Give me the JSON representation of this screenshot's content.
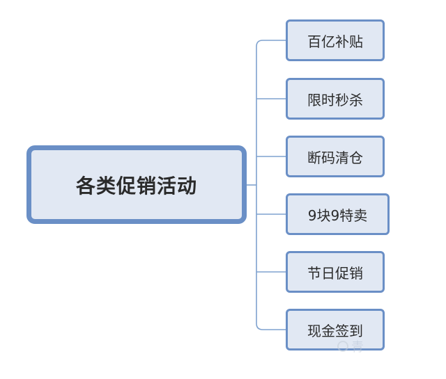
{
  "diagram": {
    "root": {
      "label": "各类促销活动"
    },
    "children": [
      {
        "label": "百亿补贴"
      },
      {
        "label": "限时秒杀"
      },
      {
        "label": "断码清仓"
      },
      {
        "label": "9块9特卖"
      },
      {
        "label": "节日促销"
      },
      {
        "label": "现金签到"
      }
    ],
    "colors": {
      "node_fill": "#e1e8f3",
      "node_border": "#6a8fc6",
      "connector": "#7fa2cf",
      "text": "#2b2b2b"
    }
  },
  "watermark": {
    "text": "青"
  }
}
